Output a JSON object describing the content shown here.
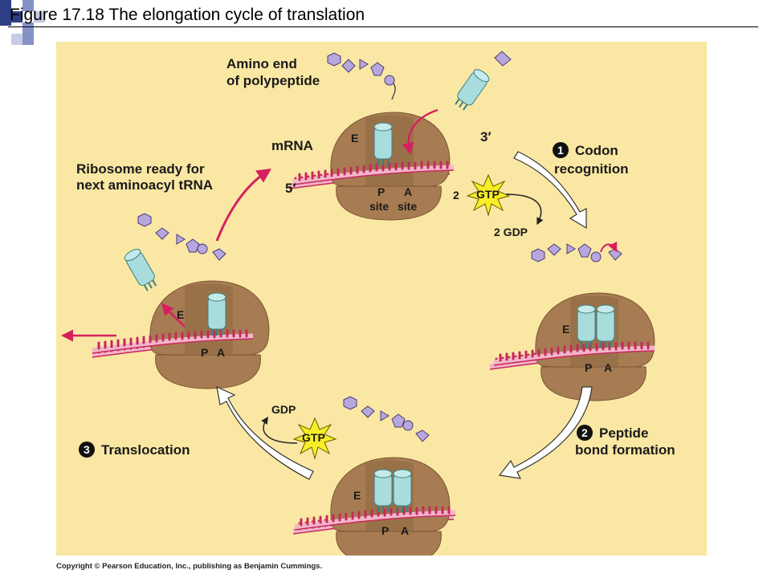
{
  "slide": {
    "title": "Figure 17.18  The elongation cycle of translation"
  },
  "labels": {
    "amino_end_line1": "Amino end",
    "amino_end_line2": "of polypeptide",
    "mrna": "mRNA",
    "three_prime": "3′",
    "five_prime": "5′",
    "ribosome_ready_line1": "Ribosome ready for",
    "ribosome_ready_line2": "next aminoacyl tRNA",
    "p_site_line1": "P",
    "p_site_line2": "site",
    "a_site_line1": "A",
    "a_site_line2": "site",
    "e_site": "E",
    "p": "P",
    "a": "A"
  },
  "steps": [
    {
      "number": "1",
      "line1": "Codon",
      "line2": "recognition"
    },
    {
      "number": "2",
      "line1": "Peptide",
      "line2": "bond formation"
    },
    {
      "number": "3",
      "line1": "Translocation",
      "line2": ""
    }
  ],
  "energy": {
    "gtp_count": "2",
    "gtp": "GTP",
    "gdp_count": "2 GDP",
    "gtp_single": "GTP",
    "gdp_single": "GDP"
  },
  "copyright": "Copyright © Pearson Education, Inc., publishing as Benjamin Cummings.",
  "colors": {
    "background": "#f9e7a3",
    "ribosome": "#a77c52",
    "ribosome_dark": "#7a5532",
    "trna": "#a9dcdc",
    "mrna_teeth": "#c8275f",
    "mrna_strand": "#f2b6c8",
    "arrow_red": "#d61f5f",
    "peptide": "#b7a7dc",
    "gtp": "#f7ee25"
  },
  "icons": {
    "flow_arrow": "curved-arrow-icon",
    "burst": "starburst-icon"
  }
}
